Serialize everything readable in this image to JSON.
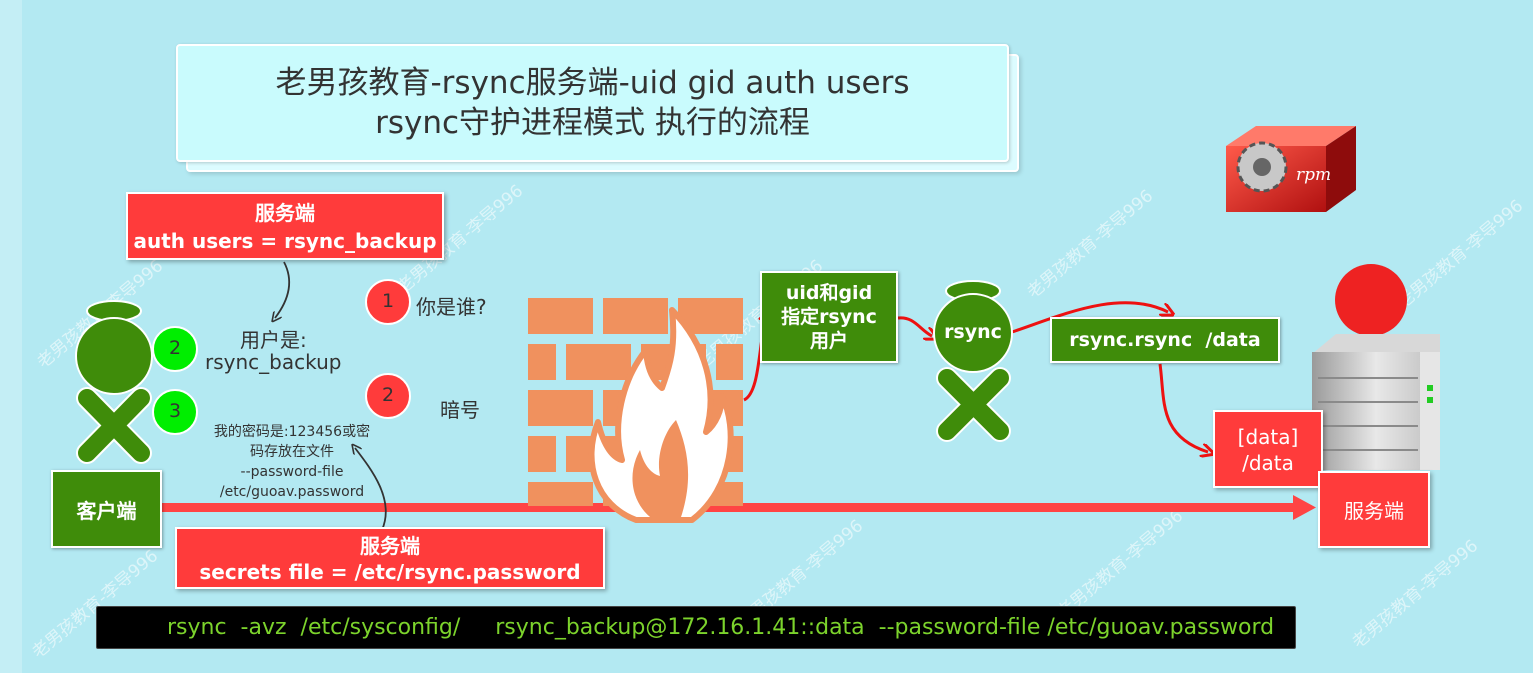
{
  "title": {
    "line1": "老男孩教育-rsync服务端-uid gid  auth users",
    "line2": "rsync守护进程模式 执行的流程"
  },
  "auth_box": {
    "line1": "服务端",
    "line2": "auth users = rsync_backup"
  },
  "secrets_box": {
    "line1": "服务端",
    "line2": "secrets file = /etc/rsync.password"
  },
  "client": {
    "label": "客户端",
    "step2_num": "2",
    "step3_num": "3",
    "user_line1": "用户是:",
    "user_line2": "rsync_backup",
    "password_line1": "我的密码是:123456或密",
    "password_line2": "码存放在文件",
    "password_line3": "--password-file",
    "password_line4": "/etc/guoav.password"
  },
  "server_questions": {
    "q1_num": "1",
    "q1_text": "你是谁?",
    "q2_num": "2",
    "q2_text": "暗号"
  },
  "uid_box": {
    "line1": "uid和gid",
    "line2": "指定rsync",
    "line3": "用户"
  },
  "rsync_person": {
    "label": "rsync"
  },
  "data_path_box": {
    "label": "rsync.rsync  /data"
  },
  "data_module_box": {
    "line1": "[data]",
    "line2": "/data"
  },
  "server_label": "服务端",
  "command": "rsync  -avz  /etc/sysconfig/     rsync_backup@172.16.1.41::data  --password-file /etc/guoav.password",
  "rpm_label": "rpm",
  "watermark_text": "老男孩教育-李导996",
  "colors": {
    "background": "#b3e9f2",
    "red": "#ff3b3b",
    "green": "#3f8c0a",
    "bright_green": "#00ee00",
    "brick": "#f0915e",
    "arrow_red": "#ee1111"
  }
}
